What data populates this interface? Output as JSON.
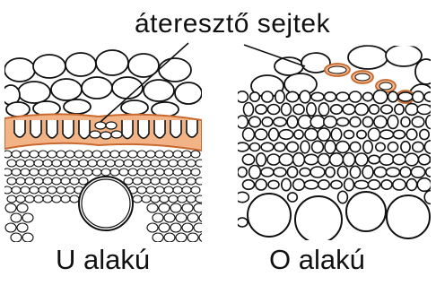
{
  "labels": {
    "passage_cells": "áteresztő sejtek",
    "u_shape": "U alakú",
    "o_shape": "O alakú"
  },
  "colors": {
    "endodermis_fill": "#f2b386",
    "endodermis_stroke": "#c8692f",
    "outline": "#111111",
    "background": "#ffffff"
  }
}
